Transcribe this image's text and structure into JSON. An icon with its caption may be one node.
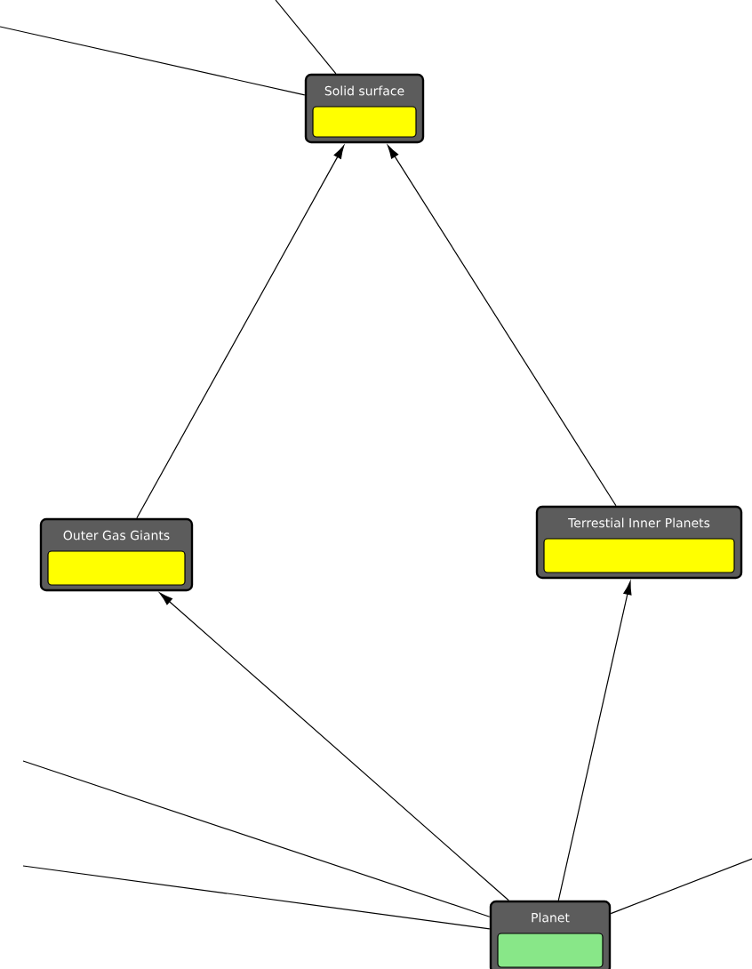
{
  "diagram": {
    "nodes": [
      {
        "text": [
          "Solid surface"
        ]
      },
      {
        "text": [
          "Outer Gas Giants"
        ]
      },
      {
        "text": [
          "Terrestial Inner Planets"
        ]
      },
      {
        "text": [
          "Planet"
        ]
      }
    ],
    "edges": [
      {
        "from": 1,
        "to": 0,
        "arrow": "to"
      },
      {
        "from": 2,
        "to": 0,
        "arrow": "to"
      },
      {
        "from": 3,
        "to": 1,
        "arrow": "to"
      },
      {
        "from": 3,
        "to": 2,
        "arrow": "to"
      },
      {
        "from": null,
        "to": 0,
        "arrow": "none"
      },
      {
        "from": null,
        "to": 0,
        "arrow": "none"
      },
      {
        "from": null,
        "to": 3,
        "arrow": "none"
      },
      {
        "from": null,
        "to": 3,
        "arrow": "none"
      },
      {
        "from": null,
        "to": 3,
        "arrow": "none"
      }
    ]
  }
}
